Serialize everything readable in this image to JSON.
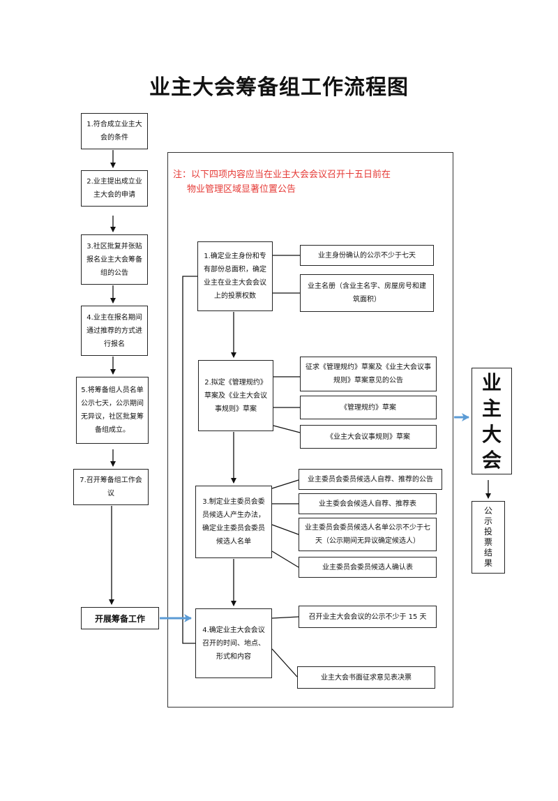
{
  "title": "业主大会筹备组工作流程图",
  "note": {
    "line1": "注：以下四项内容应当在业主大会会议召开十五日前在",
    "line2": "物业管理区域显著位置公告"
  },
  "left_steps": [
    "1.符合成立业主大会的条件",
    "2.业主提出成立业主大会的申请",
    "3.社区批复并张贴报名业主大会筹备组的公告",
    "4.业主在报名期间通过推荐的方式进行报名",
    "5.将筹备组人员名单公示七天，公示期间无异议，社区批复筹备组成立。",
    "7.召开筹备组工作会议"
  ],
  "kickoff": "开展筹备工作",
  "main_steps": [
    "1.确定业主身份和专有部份总面积，确定业主在业主大会会议上的投票权数",
    "2.拟定《管理规约》草案及《业主大会议事规则》草案",
    "3.制定业主委员会委员候选人产生办法，确定业主委员会委员候选人名单",
    "4.确定业主大会会议召开的时间、地点、形式和内容"
  ],
  "side_items": {
    "g1": [
      "业主身份确认的公示不少于七天",
      "业主名册（含业主名字、房屋房号和建筑面积）"
    ],
    "g2": [
      "征求《管理规约》草案及《业主大会议事规则》草案意见的公告",
      "《管理规约》草案",
      "《业主大会议事规则》草案"
    ],
    "g3": [
      "业主委员会委员候选人自荐、推荐的公告",
      "业主委会会候选人自荐、推荐表",
      "业主委员会委员候选人名单公示不少于七天（公示期间无异议确定候选人）",
      "业主委员会委员候选人确认表"
    ],
    "g4": [
      "召开业主大会会议的公示不少于 15 天",
      "业主大会书面征求意见表决票"
    ]
  },
  "big_box": [
    "业",
    "主",
    "大",
    "会"
  ],
  "vote_box": "公示投票结果",
  "colors": {
    "note": "#e53935",
    "arrow_blue": "#5b9bd5"
  }
}
